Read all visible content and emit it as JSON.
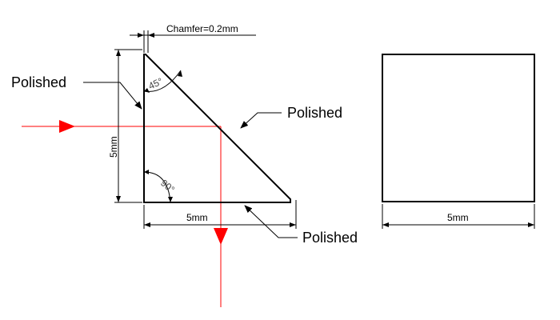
{
  "labels": {
    "chamfer": "Chamfer=0.2mm",
    "polished_left": "Polished",
    "polished_hyp": "Polished",
    "polished_bottom": "Polished",
    "angle_top": "45°",
    "angle_corner": "90°",
    "dim_height": "5mm",
    "dim_base": "5mm",
    "dim_square": "5mm"
  },
  "colors": {
    "line": "#000000",
    "beam": "#ff0000"
  }
}
